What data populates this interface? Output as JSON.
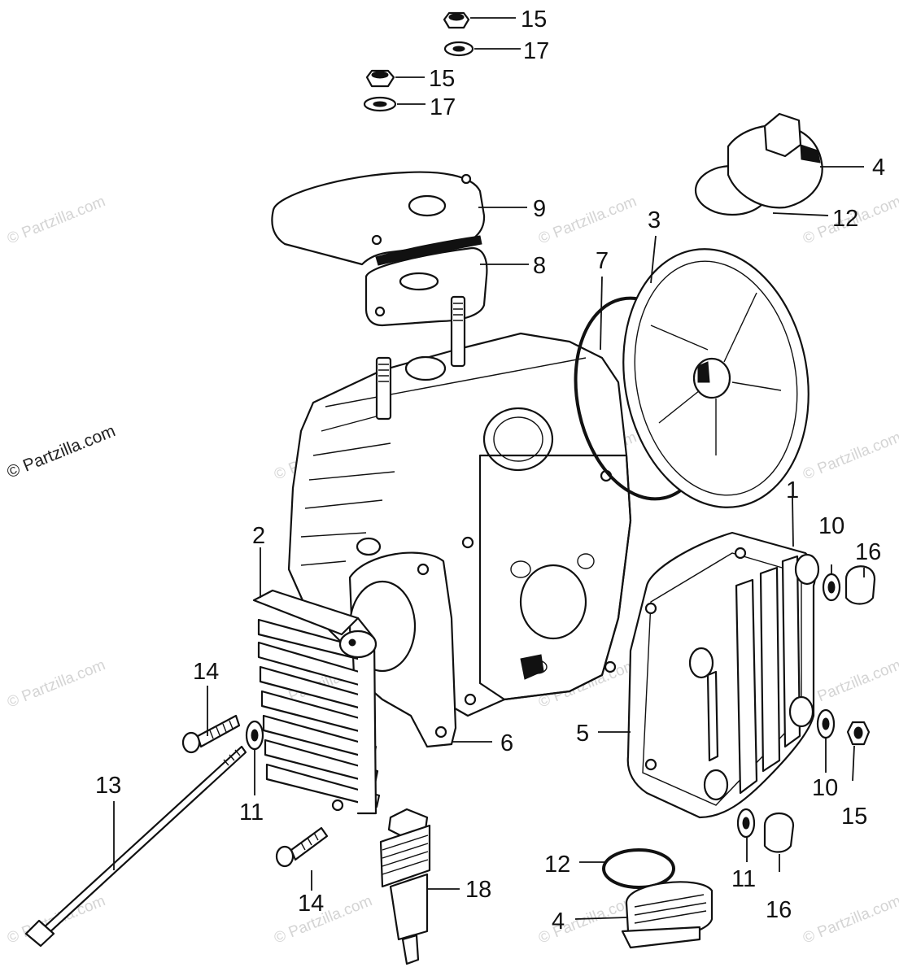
{
  "diagram": {
    "watermark_text": "© Partzilla.com",
    "callouts": {
      "c1": "1",
      "c2": "2",
      "c3": "3",
      "c4a": "4",
      "c4b": "4",
      "c5": "5",
      "c6": "6",
      "c7": "7",
      "c8": "8",
      "c9": "9",
      "c10a": "10",
      "c10b": "10",
      "c11a": "11",
      "c11b": "11",
      "c12a": "12",
      "c12b": "12",
      "c13": "13",
      "c14a": "14",
      "c14b": "14",
      "c15a": "15",
      "c15b": "15",
      "c15c": "15",
      "c16a": "16",
      "c16b": "16",
      "c17a": "17",
      "c17b": "17",
      "c18": "18"
    }
  }
}
